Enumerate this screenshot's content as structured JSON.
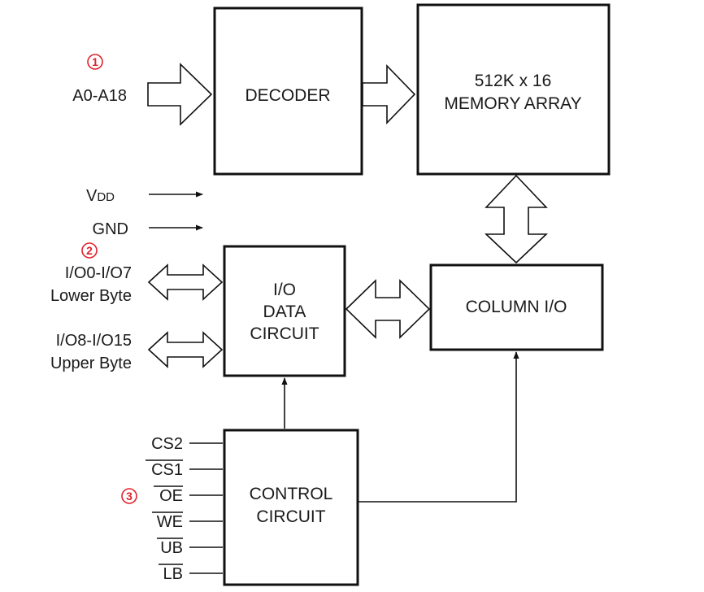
{
  "blocks": {
    "decoder": {
      "label": "DECODER"
    },
    "memory_array": {
      "line1": "512K x 16",
      "line2": "MEMORY ARRAY"
    },
    "io_data_circuit": {
      "line1": "I/O",
      "line2": "DATA",
      "line3": "CIRCUIT"
    },
    "column_io": {
      "label": "COLUMN I/O"
    },
    "control_circuit": {
      "line1": "CONTROL",
      "line2": "CIRCUIT"
    }
  },
  "signals": {
    "address": "A0-A18",
    "vdd_main": "V",
    "vdd_sub": "DD",
    "gnd": "GND",
    "io_lower_line1": "I/O0-I/O7",
    "io_lower_line2": "Lower Byte",
    "io_upper_line1": "I/O8-I/O15",
    "io_upper_line2": "Upper Byte"
  },
  "control_pins": [
    {
      "label": "CS2",
      "active_low": false
    },
    {
      "label": "CS1",
      "active_low": true
    },
    {
      "label": "OE",
      "active_low": true
    },
    {
      "label": "WE",
      "active_low": true
    },
    {
      "label": "UB",
      "active_low": true
    },
    {
      "label": "LB",
      "active_low": true
    }
  ],
  "markers": [
    "1",
    "2",
    "3"
  ],
  "colors": {
    "line": "#111111",
    "text": "#1a1a1a",
    "marker": "#e0232b"
  }
}
